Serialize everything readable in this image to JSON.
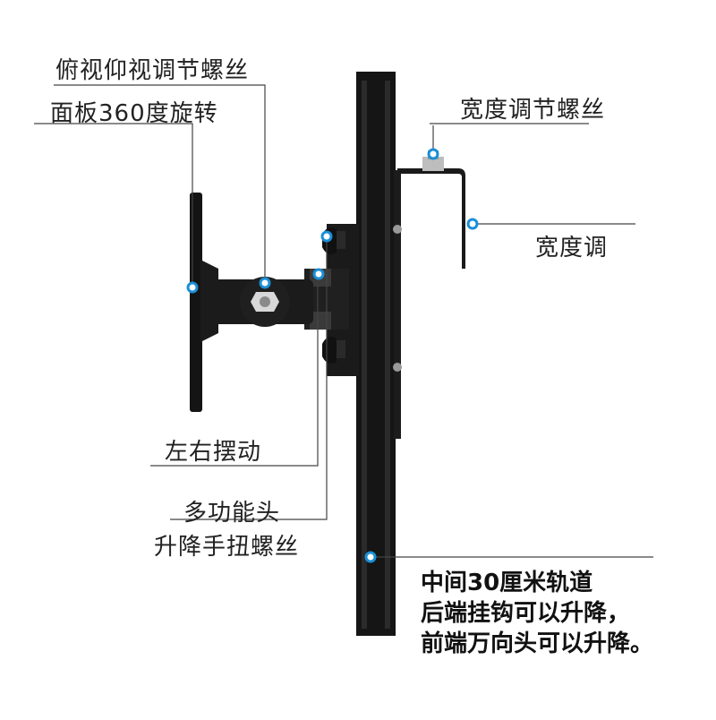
{
  "labels": {
    "tilt_screw": "俯视仰视调节螺丝",
    "panel_rotate": "面板360度旋转",
    "width_screw": "宽度调节螺丝",
    "width_adjust": "宽度调",
    "swing": "左右摆动",
    "multi_head_line1": "多功能头",
    "multi_head_line2": "升降手扭螺丝",
    "rail_line1": "中间30厘米轨道",
    "rail_line2": "后端挂钩可以升降，",
    "rail_line3": "前端万向头可以升降。"
  },
  "colors": {
    "marker": "#1a8fd6",
    "product": "#111111",
    "leader_line": "#444444",
    "text": "#222222"
  }
}
